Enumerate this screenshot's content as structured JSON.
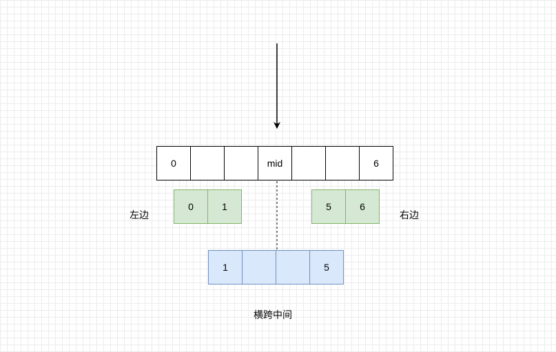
{
  "main_array": [
    "0",
    "",
    "",
    "mid",
    "",
    "",
    "6"
  ],
  "left_array": [
    "0",
    "1"
  ],
  "right_array": [
    "5",
    "6"
  ],
  "cross_array": [
    "1",
    "",
    "",
    "5"
  ],
  "labels": {
    "left": "左边",
    "right": "右边",
    "cross": "横跨中间"
  },
  "colors": {
    "main_border": "#000000",
    "left_right_fill": "#d5e8d4",
    "left_right_border": "#82b366",
    "cross_fill": "#dae8fc",
    "cross_border": "#6c8ebf"
  }
}
